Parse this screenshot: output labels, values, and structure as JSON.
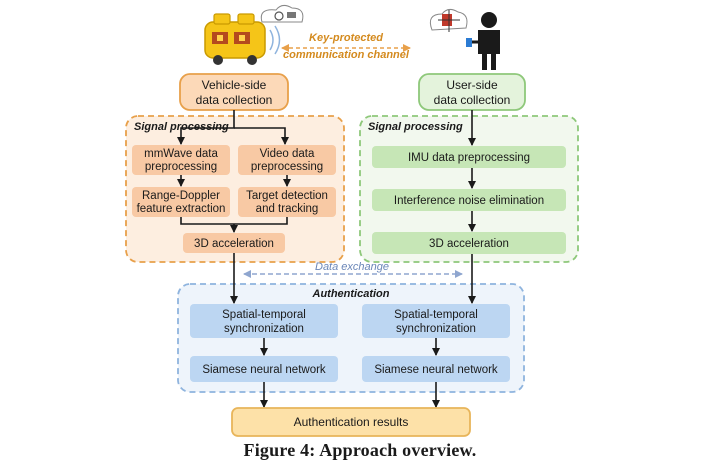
{
  "colors": {
    "orange_border": "#e8a04a",
    "orange_fill": "#fdeee0",
    "orange_box": "#f8c9a4",
    "vehicle_fill": "#fcd9b8",
    "green_border": "#8ec87a",
    "green_fill": "#f2f8ee",
    "green_box": "#c6e6b6",
    "blue_border": "#8fb4de",
    "blue_fill": "#eef4fb",
    "blue_box": "#bcd6f2",
    "result_fill": "#fde1a8",
    "result_border": "#e8b55a",
    "channel_text": "#d48a1e",
    "exchange_text": "#6a86b8"
  },
  "top": {
    "channel_line1": "Key-protected",
    "channel_line2": "communication channel",
    "vehicle_side_line1": "Vehicle-side",
    "vehicle_side_line2": "data collection",
    "user_side_line1": "User-side",
    "user_side_line2": "data collection"
  },
  "vehicle_processing": {
    "title": "Signal processing",
    "mmwave_line1": "mmWave data",
    "mmwave_line2": "preprocessing",
    "video_line1": "Video data",
    "video_line2": "preprocessing",
    "range_line1": "Range-Doppler",
    "range_line2": "feature extraction",
    "target_line1": "Target detection",
    "target_line2": "and tracking",
    "acceleration": "3D acceleration"
  },
  "user_processing": {
    "title": "Signal processing",
    "imu": "IMU data preprocessing",
    "interference": "Interference noise elimination",
    "acceleration": "3D acceleration"
  },
  "data_exchange": "Data exchange",
  "authentication": {
    "title": "Authentication",
    "sync_left_line1": "Spatial-temporal",
    "sync_left_line2": "synchronization",
    "sync_right_line1": "Spatial-temporal",
    "sync_right_line2": "synchronization",
    "siamese_left": "Siamese neural network",
    "siamese_right": "Siamese neural network"
  },
  "result": "Authentication results",
  "caption": "Figure 4: Approach overview."
}
